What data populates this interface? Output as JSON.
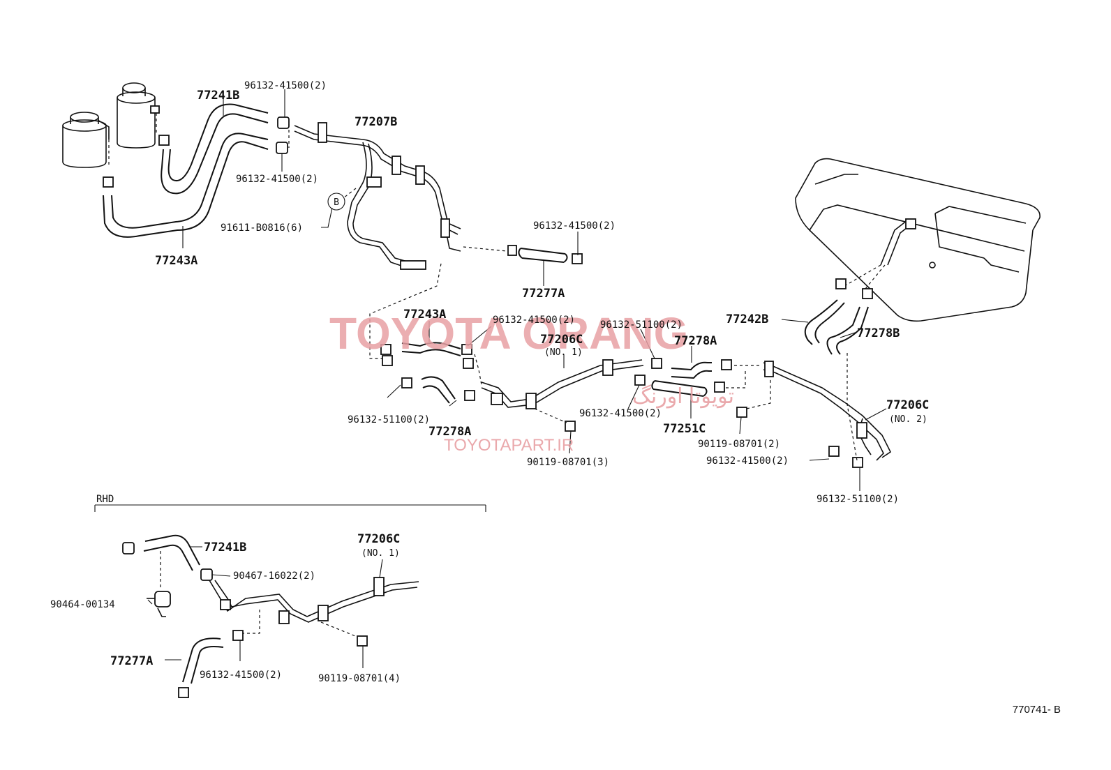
{
  "diagram": {
    "code": "770741- B",
    "section_label": "RHD",
    "watermark": {
      "brand": "TOYOTA ORANG",
      "persian": "تويوتا اورنگ",
      "site": "TOYOTAPART.IR"
    },
    "callouts": {
      "p77241B_top": "77241B",
      "p96132_41500_a": "96132-41500(2)",
      "p96132_41500_b": "96132-41500(2)",
      "p77207B": "77207B",
      "p91611": "91611-B0816(6)",
      "p77243A_top": "77243A",
      "p96132_41500_c": "96132-41500(2)",
      "p77277A_top": "77277A",
      "p77243A_mid": "77243A",
      "p96132_41500_d": "96132-41500(2)",
      "p77206C_top": "77206C",
      "p77206C_top_sub": "(NO. 1)",
      "p96132_51100_a": "96132-51100(2)",
      "p77278A_right": "77278A",
      "p77242B": "77242B",
      "p77278B": "77278B",
      "p96132_51100_b": "96132-51100(2)",
      "p77278A_left": "77278A",
      "p96132_41500_e": "96132-41500(2)",
      "p77251C": "77251C",
      "p90119_3": "90119-08701(3)",
      "p90119_2": "90119-08701(2)",
      "p77206C_right": "77206C",
      "p77206C_right_sub": "(NO. 2)",
      "p96132_41500_f": "96132-41500(2)",
      "p96132_51100_c": "96132-51100(2)",
      "r77241B": "77241B",
      "r90467": "90467-16022(2)",
      "r77206C": "77206C",
      "r77206C_sub": "(NO. 1)",
      "r90464": "90464-00134",
      "r77277A": "77277A",
      "r96132_41500": "96132-41500(2)",
      "r90119_4": "90119-08701(4)"
    },
    "markers": {
      "circle_b": "B"
    }
  }
}
